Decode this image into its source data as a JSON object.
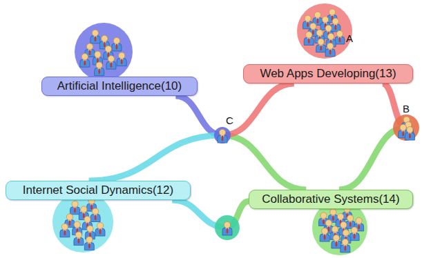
{
  "diagram": {
    "nodes": [
      {
        "text": [
          "Artificial Intelligence(10)"
        ]
      },
      {
        "text": [
          "Web Apps Developing(13)"
        ]
      },
      {
        "text": [
          "Internet Social Dynamics(12)"
        ]
      },
      {
        "text": [
          "Collaborative Systems(14)"
        ]
      }
    ],
    "edges": [
      {
        "from": 0,
        "to": 3,
        "arrow": "none"
      },
      {
        "from": 1,
        "to": 2,
        "arrow": "none"
      },
      {
        "from": 1,
        "to": 3,
        "arrow": "none"
      },
      {
        "from": 2,
        "to": 3,
        "arrow": "none"
      }
    ],
    "labels": [
      "A",
      "B",
      "C"
    ]
  }
}
